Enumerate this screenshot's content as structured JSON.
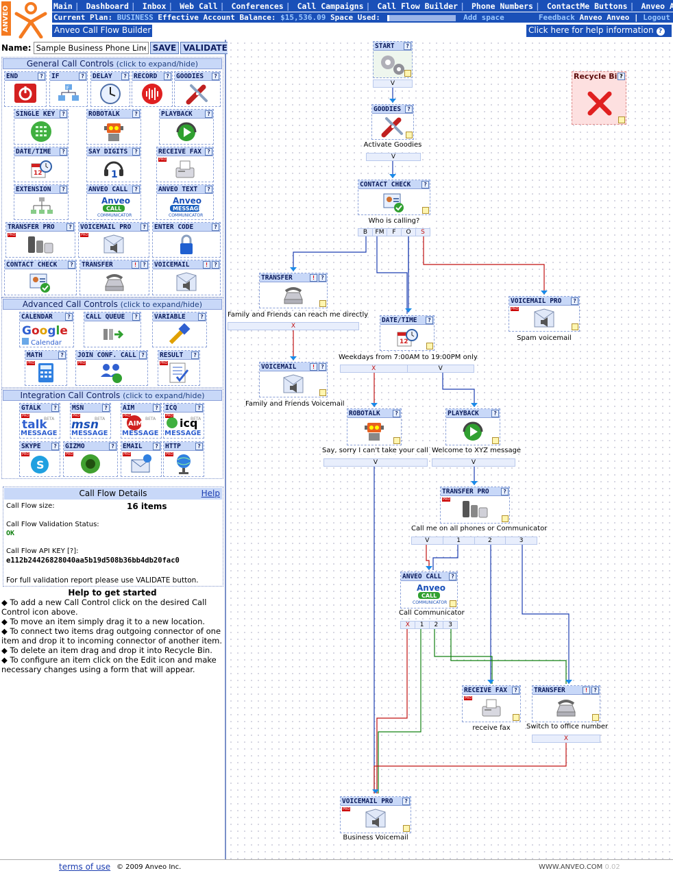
{
  "logo": {
    "text": "ANVEO"
  },
  "nav": {
    "items": [
      "Main",
      "Dashboard",
      "Inbox",
      "Web Call",
      "Conferences",
      "Call Campaigns",
      "Call Flow Builder",
      "Phone Numbers",
      "ContactMe Buttons",
      "Anveo API"
    ]
  },
  "status": {
    "plan_label": "Current Plan:",
    "plan": "BUSINESS",
    "balance_label": "Effective Account Balance:",
    "balance": "$15,536.09",
    "space_label": "Space Used:",
    "space_used_pct": 3,
    "add_space": "Add space",
    "feedback": "Feedback",
    "user": "Anveo Anveo",
    "logout": "Logout"
  },
  "page": {
    "title": "Anveo Call Flow Builder",
    "help": "Click here for help information"
  },
  "namebar": {
    "label": "Name:",
    "value": "Sample Business Phone Line",
    "save": "SAVE",
    "validate": "VALIDATE"
  },
  "general": {
    "title": "General Call Controls",
    "hint": "(click to expand/hide)",
    "items": [
      "END",
      "IF",
      "DELAY",
      "RECORD",
      "GOODIES",
      "SINGLE KEY",
      "ROBOTALK",
      "PLAYBACK",
      "DATE/TIME",
      "SAY DIGITS",
      "RECEIVE FAX",
      "EXTENSION",
      "ANVEO CALL",
      "ANVEO TEXT",
      "TRANSFER PRO",
      "VOICEMAIL PRO",
      "ENTER CODE",
      "CONTACT CHECK",
      "TRANSFER",
      "VOICEMAIL"
    ]
  },
  "advanced": {
    "title": "Advanced Call Controls",
    "hint": "(click to expand/hide)",
    "items": [
      "CALENDAR",
      "CALL QUEUE",
      "VARIABLE",
      "MATH",
      "JOIN CONF. CALL",
      "RESULT"
    ]
  },
  "integration": {
    "title": "Integration Call Controls",
    "hint": "(click to expand/hide)",
    "items": [
      "GTALK",
      "MSN",
      "AIM",
      "ICQ",
      "SKYPE",
      "GIZMO",
      "EMAIL",
      "HTTP"
    ]
  },
  "icon_text": {
    "anveo": "Anveo",
    "call": "CALL",
    "message": "MESSAGE",
    "communicator": "COMMUNICATOR",
    "google": "Google",
    "calendar": "Calendar",
    "talk": "talk",
    "msn": "msn",
    "aim": "AIM",
    "icq": "icq",
    "beta": "BETA",
    "pro": "PRO",
    "if": "IF",
    "digit": "1",
    "date": "12"
  },
  "details": {
    "title": "Call Flow Details",
    "help": "Help",
    "size_label": "Call Flow size:",
    "size": "16 items",
    "status_label": "Call Flow Validation Status:",
    "status": "OK",
    "api_label": "Call Flow API KEY [?]:",
    "api_key": "e112b24426828040aa5b19d508b36bb4db20fac0",
    "note": "For full validation report please use VALIDATE button."
  },
  "help": {
    "title": "Help to get started",
    "tips": [
      "To add a new Call Control click on the desired Call Control icon above.",
      "To move an item simply drag it to a new location.",
      "To connect two items drag outgoing connector of one item and drop it to incoming connector of another item.",
      "To delete an item drag and drop it into Recycle Bin.",
      "To configure an item click on the Edit icon and make necessary changes using a form that will appear."
    ]
  },
  "canvas": {
    "recycle": "Recycle Bin",
    "nodes": {
      "start": {
        "title": "START"
      },
      "goodies": {
        "title": "GOODIES",
        "caption": "Activate Goodies"
      },
      "contact": {
        "title": "CONTACT CHECK",
        "caption": "Who is calling?",
        "conns": [
          "B",
          "FM",
          "F",
          "O",
          "S"
        ]
      },
      "transfer1": {
        "title": "TRANSFER",
        "caption": "Family and Friends can reach me directly",
        "conns": [
          "X"
        ]
      },
      "vmpro1": {
        "title": "VOICEMAIL PRO",
        "caption": "Spam voicemail"
      },
      "datetime": {
        "title": "DATE/TIME",
        "caption": "Weekdays from 7:00AM to 19:00PM only",
        "conns": [
          "X",
          "V"
        ]
      },
      "voicemail": {
        "title": "VOICEMAIL",
        "caption": "Family and Friends Voicemail"
      },
      "robotalk": {
        "title": "ROBOTALK",
        "caption": "Say, sorry I can't take your call",
        "conns": [
          "V"
        ]
      },
      "playback": {
        "title": "PLAYBACK",
        "caption": "Welcome to XYZ message",
        "conns": [
          "V"
        ]
      },
      "transferpro": {
        "title": "TRANSFER PRO",
        "caption": "Call me on all phones or Communicator",
        "conns": [
          "V",
          "1",
          "2",
          "3"
        ]
      },
      "anveocall": {
        "title": "ANVEO CALL",
        "caption": "Call Communicator",
        "conns": [
          "X",
          "1",
          "2",
          "3"
        ]
      },
      "fax": {
        "title": "RECEIVE FAX",
        "caption": "receive fax"
      },
      "transfer2": {
        "title": "TRANSFER",
        "caption": "Switch to office number",
        "conns": [
          "X"
        ]
      },
      "vmpro2": {
        "title": "VOICEMAIL PRO",
        "caption": "Business Voicemail"
      }
    }
  },
  "footer": {
    "terms": "terms of use",
    "copy": "© 2009 Anveo Inc.",
    "site": "WWW.ANVEO.COM",
    "ver": "0.02"
  },
  "colors": {
    "nav": "#1a50b8",
    "header": "#c8d8f8",
    "wire_blue": "#1a3cb0",
    "wire_red": "#c01010",
    "wire_green": "#108010"
  }
}
